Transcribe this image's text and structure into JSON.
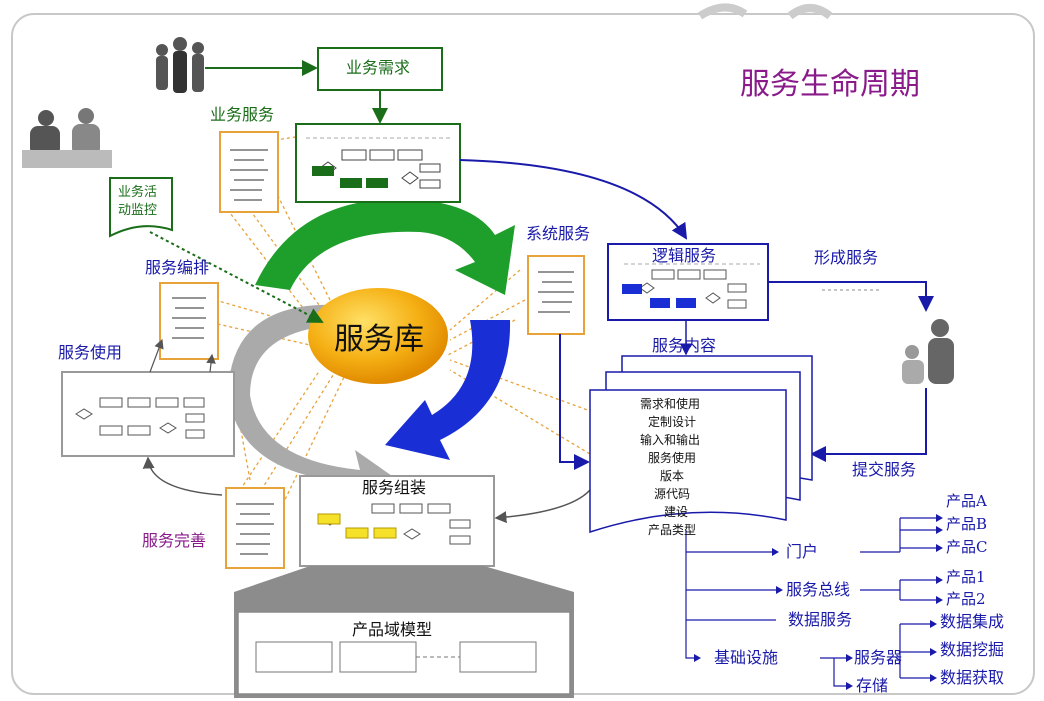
{
  "title": "服务生命周期",
  "center": "服务库",
  "labels": {
    "business_need": "业务需求",
    "business_service": "业务服务",
    "activity_monitor_1": "业务活",
    "activity_monitor_2": "动监控",
    "orchestration": "服务编排",
    "usage": "服务使用",
    "improvement": "服务完善",
    "assembly": "服务组装",
    "domain_model": "产品域模型",
    "system_service": "系统服务",
    "logic_service": "逻辑服务",
    "form_service": "形成服务",
    "content": "服务内容",
    "submit": "提交服务"
  },
  "content_items": [
    "需求和使用",
    "定制设计",
    "输入和输出",
    "服务使用",
    "版本",
    "源代码",
    "建设",
    "产品类型"
  ],
  "tree": {
    "portal": "门户",
    "products_portal": [
      "产品A",
      "产品B",
      "产品C"
    ],
    "bus": "服务总线",
    "products_bus": [
      "产品1",
      "产品2"
    ],
    "data_service": "数据服务",
    "data_items": [
      "数据集成",
      "数据挖掘",
      "数据获取"
    ],
    "infra": "基础设施",
    "server": "服务器",
    "storage": "存储"
  },
  "colors": {
    "green": "#1a6e1a",
    "blue": "#1a1aaa",
    "orange": "#e8a23a",
    "purple": "#8a1a8a",
    "core": "#f2a712",
    "gray_arrow": "#aaaaaa"
  }
}
